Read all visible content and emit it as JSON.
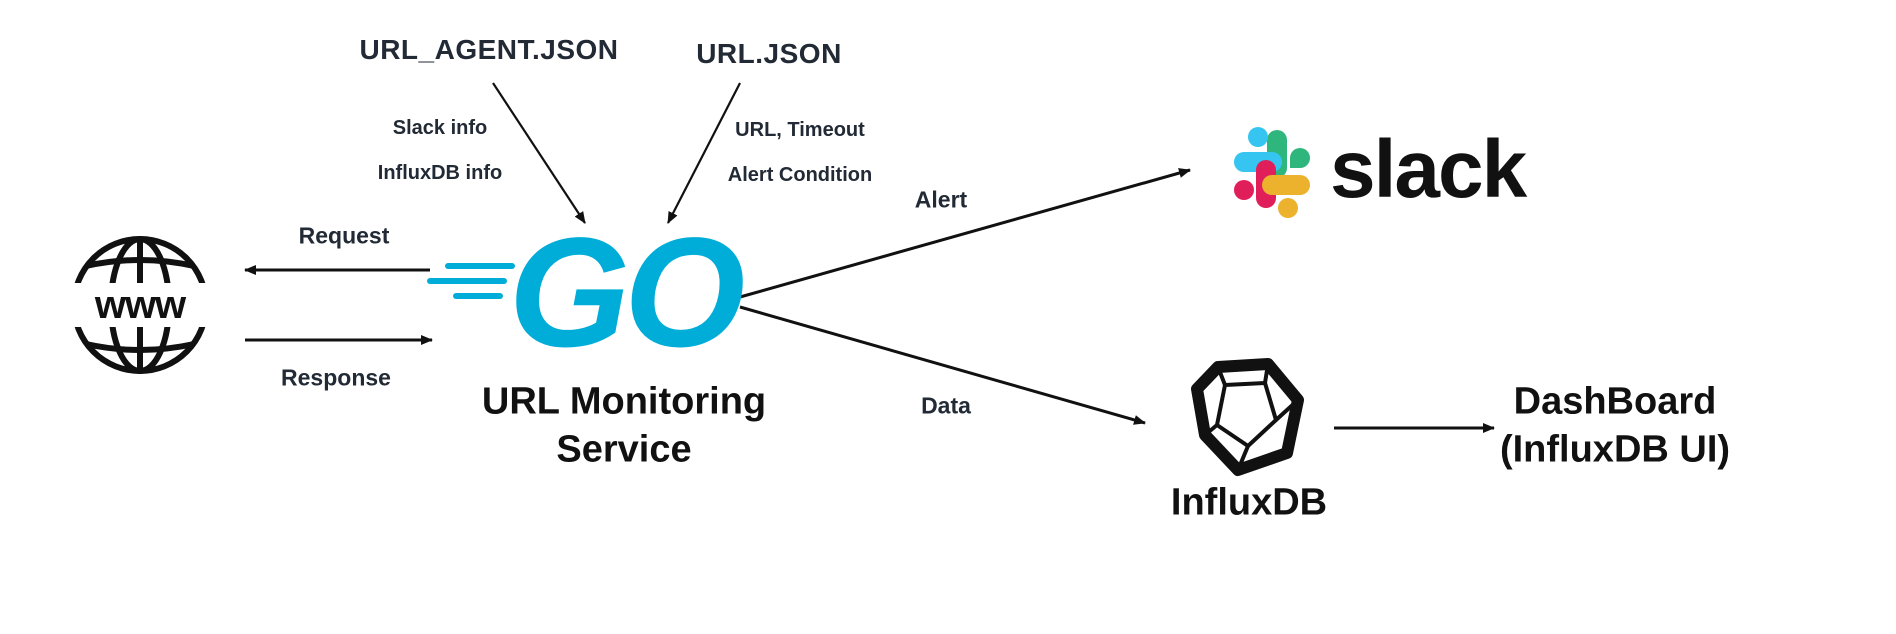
{
  "inputs": {
    "agent_file": "URL_AGENT.JSON",
    "agent_info_1": "Slack info",
    "agent_info_2": "InfluxDB info",
    "url_file": "URL.JSON",
    "url_info_1": "URL, Timeout",
    "url_info_2": "Alert Condition"
  },
  "web": {
    "icon_text": "www",
    "request_label": "Request",
    "response_label": "Response"
  },
  "service": {
    "logo_text": "GO",
    "name_line1": "URL Monitoring",
    "name_line2": "Service"
  },
  "slack": {
    "edge_label": "Alert",
    "wordmark": "slack"
  },
  "influx": {
    "edge_label": "Data",
    "name": "InfluxDB"
  },
  "dashboard": {
    "line1": "DashBoard",
    "line2": "(InfluxDB UI)"
  },
  "colors": {
    "go_blue": "#00ADD8",
    "slack_red": "#E01E5A",
    "slack_green": "#2EB67D",
    "slack_yellow": "#ECB22E",
    "slack_blue": "#36C5F0",
    "ink": "#111111"
  }
}
